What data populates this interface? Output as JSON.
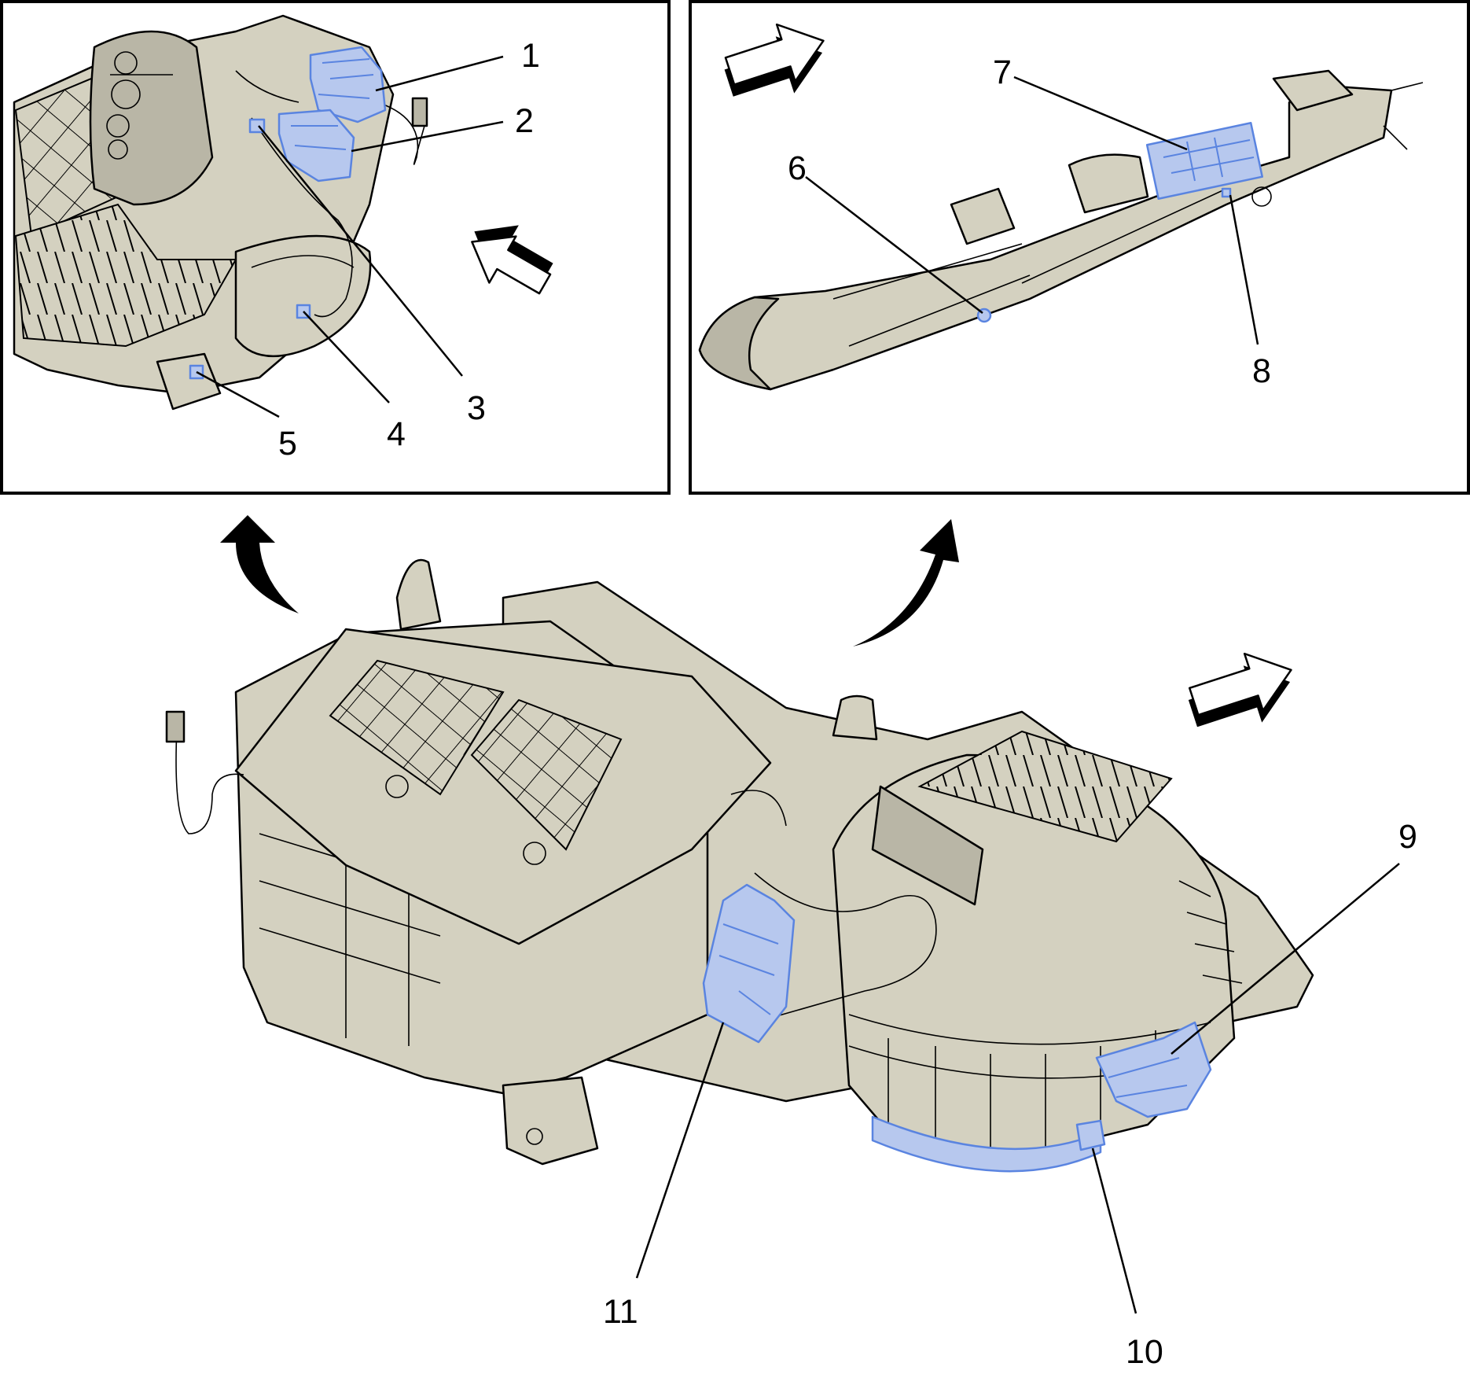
{
  "callouts": {
    "c1": "1",
    "c2": "2",
    "c3": "3",
    "c4": "4",
    "c5": "5",
    "c6": "6",
    "c7": "7",
    "c8": "8",
    "c9": "9",
    "c10": "10",
    "c11": "11"
  },
  "colors": {
    "housing_fill": "#d4d1c0",
    "highlight_blue": "#5a84e0",
    "line": "#000000",
    "background": "#ffffff"
  },
  "icons": {
    "direction_arrow": "direction-arrow-icon",
    "curved_arrow": "curved-arrow-up-icon"
  }
}
